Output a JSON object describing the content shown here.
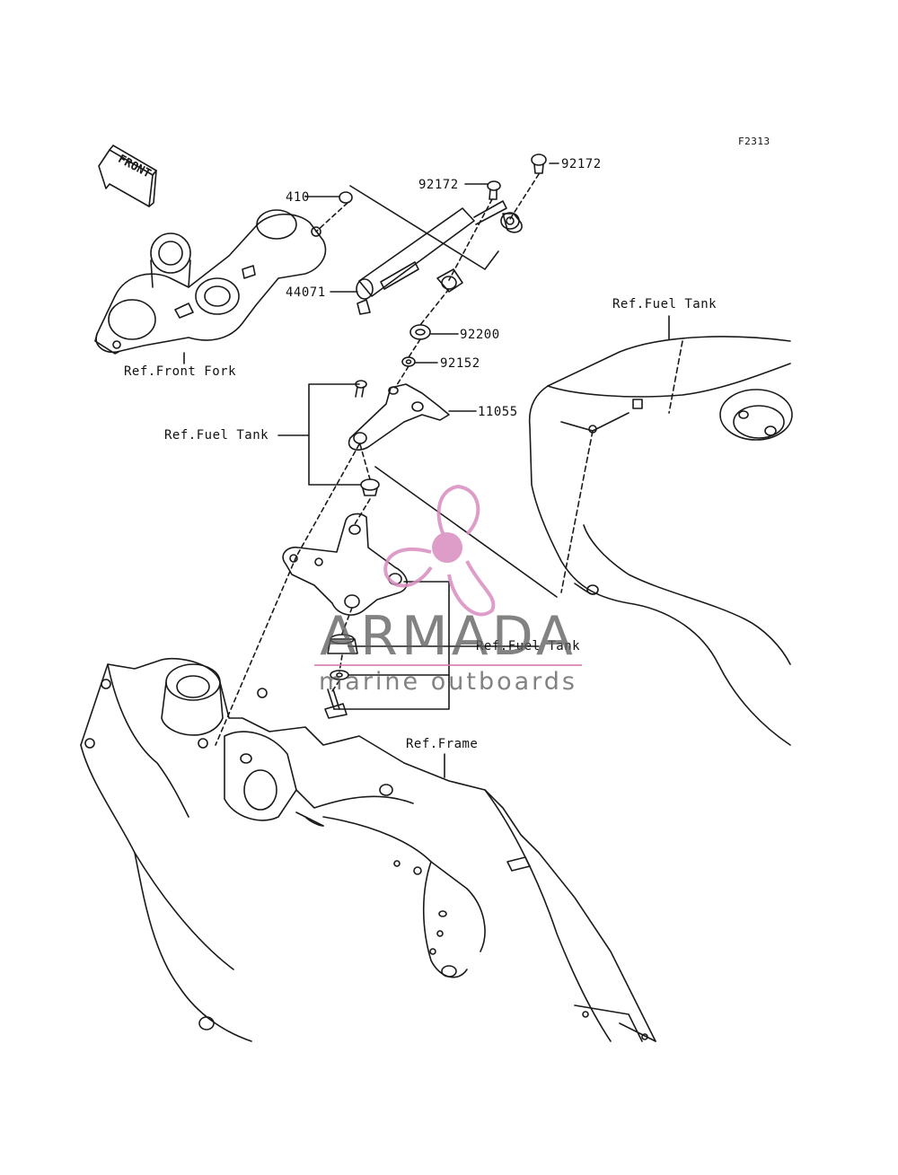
{
  "figure_code": "F2313",
  "direction_badge": "FRONT",
  "part_labels": {
    "p410": "410",
    "p92172a": "92172",
    "p92172b": "92172",
    "p44071": "44071",
    "p92200": "92200",
    "p92152": "92152",
    "p11055": "11055"
  },
  "ref_labels": {
    "front_fork": "Ref.Front Fork",
    "fuel_tank_left": "Ref.Fuel Tank",
    "fuel_tank_right": "Ref.Fuel Tank",
    "fuel_tank_lower": "Ref.Fuel Tank",
    "frame": "Ref.Frame"
  },
  "watermark": {
    "title": "ARMADA",
    "subtitle": "marine outboards",
    "accent_color": "#d98cbf"
  },
  "colors": {
    "line": "#1a1a1a",
    "background": "#ffffff"
  }
}
